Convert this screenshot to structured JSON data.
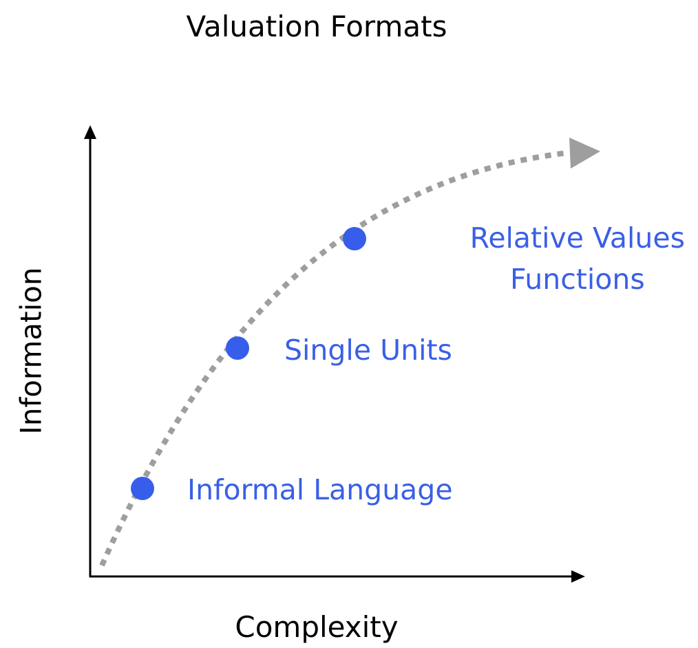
{
  "title": "Valuation Formats",
  "x_axis_label": "Complexity",
  "y_axis_label": "Information",
  "colors": {
    "points": "#365eeb",
    "labels": "#3a5fe6",
    "curve": "#9e9e9e",
    "axes": "#000000"
  },
  "stages": [
    {
      "label": "Informal Language"
    },
    {
      "label": "Single Units"
    },
    {
      "label_line1": "Relative Values",
      "label_line2": "Functions"
    }
  ]
}
